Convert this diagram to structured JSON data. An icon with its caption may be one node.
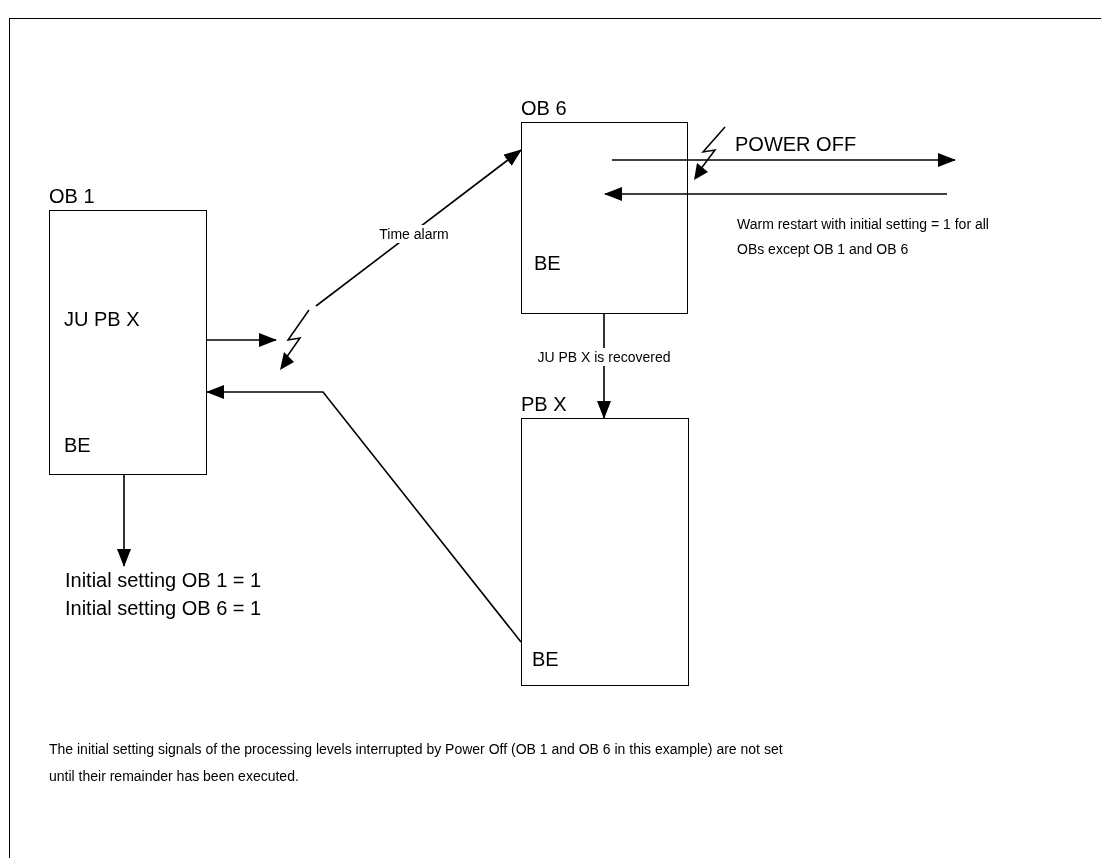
{
  "diagram": {
    "nodes": [
      {
        "text": [
          "OB 1",
          "JU PB X",
          "BE"
        ]
      },
      {
        "text": [
          "OB 6",
          "BE"
        ]
      },
      {
        "text": [
          "PB X",
          "BE"
        ]
      },
      {
        "text": [],
        "shape": "picture"
      },
      {
        "text": [
          "Initial setting OB 1 = 1",
          "Initial setting OB 6 = 1"
        ]
      }
    ],
    "edges": [
      {
        "from": 0,
        "to": 3,
        "arrow": "to"
      },
      {
        "from": 3,
        "to": 1,
        "arrow": "to",
        "label": "Time alarm"
      },
      {
        "from": 2,
        "to": 0,
        "arrow": "to"
      },
      {
        "from": 0,
        "to": 4,
        "arrow": "to"
      },
      {
        "from": 1,
        "to": 2,
        "arrow": "to",
        "label": "JU PB X is recovered"
      },
      {
        "from": 1,
        "to": null,
        "arrow": "to",
        "label": "POWER OFF"
      },
      {
        "from": null,
        "to": 1,
        "arrow": "to"
      }
    ],
    "labels": [
      "Warm restart with initial setting = 1 for all OBs except OB 1 and OB 6",
      "The initial setting signals of the processing levels interrupted by Power Off (OB 1 and OB 6 in this example) are not set until their remainder has been executed."
    ]
  }
}
